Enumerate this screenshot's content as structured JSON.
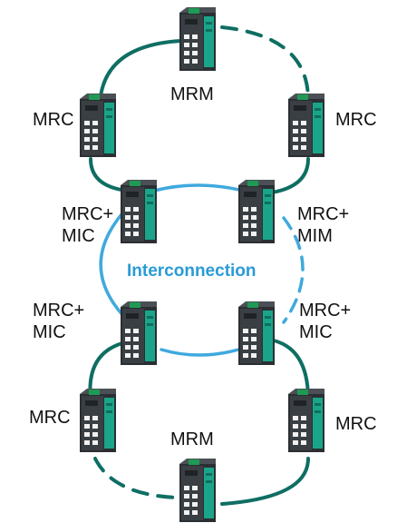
{
  "diagram": {
    "colors": {
      "outer_ring": "#0f6e63",
      "interconnection_ring": "#3fa9de",
      "device_body": "#2b2f33",
      "device_face": "#3a3f44",
      "device_accent": "#1aa58a",
      "device_terminal": "#1f9a55",
      "port": "#f2f2f2",
      "label_text": "#111111",
      "interconnection_text": "#2a9bd6"
    },
    "labels": {
      "mrm_top": "MRM",
      "mrc_left_top": "MRC",
      "mrc_right_top": "MRC",
      "mic_top_left": {
        "line1": "MRC+",
        "line2": "MIC"
      },
      "mim_top_right": {
        "line1": "MRC+",
        "line2": "MIM"
      },
      "interconnection": "Interconnection",
      "mic_bottom_left": {
        "line1": "MRC+",
        "line2": "MIC"
      },
      "mic_bottom_right": {
        "line1": "MRC+",
        "line2": "MIC"
      },
      "mrc_left_bottom": "MRC",
      "mrc_right_bottom": "MRC",
      "mrm_bottom": "MRM"
    },
    "devices": [
      {
        "id": "mrm-top",
        "role": "MRM"
      },
      {
        "id": "mrc-left-top",
        "role": "MRC"
      },
      {
        "id": "mrc-right-top",
        "role": "MRC"
      },
      {
        "id": "mic-top-left",
        "role": "MRC+MIC"
      },
      {
        "id": "mim-top-right",
        "role": "MRC+MIM"
      },
      {
        "id": "mic-bottom-left",
        "role": "MRC+MIC"
      },
      {
        "id": "mic-bottom-right",
        "role": "MRC+MIC"
      },
      {
        "id": "mrc-left-bottom",
        "role": "MRC"
      },
      {
        "id": "mrc-right-bottom",
        "role": "MRC"
      },
      {
        "id": "mrm-bottom",
        "role": "MRM"
      }
    ]
  }
}
